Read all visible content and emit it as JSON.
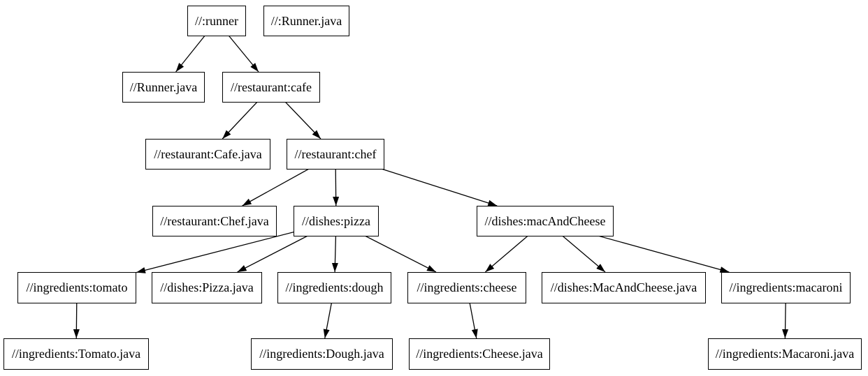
{
  "diagram": {
    "type": "dependency-graph",
    "colors": {
      "background": "#ffffff",
      "node_border": "#000000",
      "node_fill": "#ffffff",
      "edge": "#000000",
      "text": "#000000"
    },
    "nodes": [
      {
        "id": "runner",
        "label": "//:runner"
      },
      {
        "id": "runner-java-file",
        "label": "//:Runner.java"
      },
      {
        "id": "runner-java",
        "label": "//Runner.java"
      },
      {
        "id": "cafe",
        "label": "//restaurant:cafe"
      },
      {
        "id": "cafe-java",
        "label": "//restaurant:Cafe.java"
      },
      {
        "id": "chef",
        "label": "//restaurant:chef"
      },
      {
        "id": "chef-java",
        "label": "//restaurant:Chef.java"
      },
      {
        "id": "pizza",
        "label": "//dishes:pizza"
      },
      {
        "id": "mac-and-cheese",
        "label": "//dishes:macAndCheese"
      },
      {
        "id": "tomato",
        "label": "//ingredients:tomato"
      },
      {
        "id": "pizza-java",
        "label": "//dishes:Pizza.java"
      },
      {
        "id": "dough",
        "label": "//ingredients:dough"
      },
      {
        "id": "cheese",
        "label": "//ingredients:cheese"
      },
      {
        "id": "mac-and-cheese-java",
        "label": "//dishes:MacAndCheese.java"
      },
      {
        "id": "macaroni",
        "label": "//ingredients:macaroni"
      },
      {
        "id": "tomato-java",
        "label": "//ingredients:Tomato.java"
      },
      {
        "id": "dough-java",
        "label": "//ingredients:Dough.java"
      },
      {
        "id": "cheese-java",
        "label": "//ingredients:Cheese.java"
      },
      {
        "id": "macaroni-java",
        "label": "//ingredients:Macaroni.java"
      }
    ],
    "edges": [
      {
        "from": "runner",
        "to": "runner-java"
      },
      {
        "from": "runner",
        "to": "cafe"
      },
      {
        "from": "cafe",
        "to": "cafe-java"
      },
      {
        "from": "cafe",
        "to": "chef"
      },
      {
        "from": "chef",
        "to": "chef-java"
      },
      {
        "from": "chef",
        "to": "pizza"
      },
      {
        "from": "chef",
        "to": "mac-and-cheese"
      },
      {
        "from": "pizza",
        "to": "tomato"
      },
      {
        "from": "pizza",
        "to": "pizza-java"
      },
      {
        "from": "pizza",
        "to": "dough"
      },
      {
        "from": "pizza",
        "to": "cheese"
      },
      {
        "from": "mac-and-cheese",
        "to": "cheese"
      },
      {
        "from": "mac-and-cheese",
        "to": "mac-and-cheese-java"
      },
      {
        "from": "mac-and-cheese",
        "to": "macaroni"
      },
      {
        "from": "tomato",
        "to": "tomato-java"
      },
      {
        "from": "dough",
        "to": "dough-java"
      },
      {
        "from": "cheese",
        "to": "cheese-java"
      },
      {
        "from": "macaroni",
        "to": "macaroni-java"
      }
    ]
  }
}
